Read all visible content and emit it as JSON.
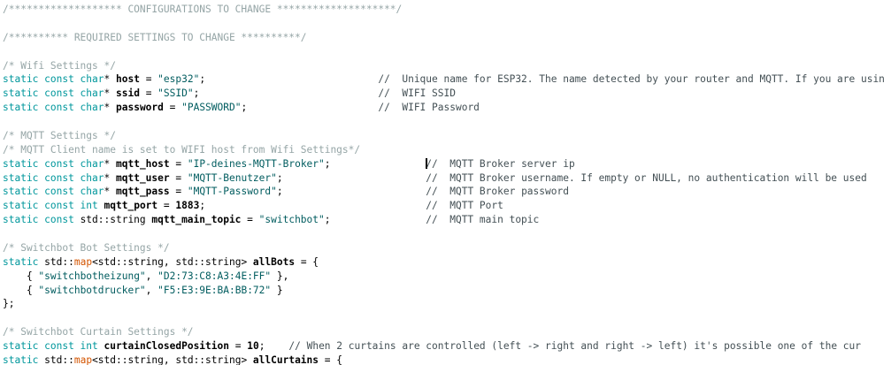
{
  "editor": {
    "background": "#FFFFFF",
    "colors": {
      "keyword": "#00979C",
      "function": "#D35400",
      "string": "#005C5F",
      "comment_block": "#95A5A6",
      "comment_line": "#434F54",
      "identifier": "#000000"
    },
    "caret": {
      "line_index": 11,
      "description": "text cursor before // MQTT Broker server ip"
    },
    "lines": [
      {
        "segments": [
          {
            "t": "/******************* CONFIGURATIONS TO CHANGE ********************/",
            "c": "cb"
          }
        ]
      },
      {
        "segments": []
      },
      {
        "segments": [
          {
            "t": "/********** REQUIRED SETTINGS TO CHANGE **********/",
            "c": "cb"
          }
        ]
      },
      {
        "segments": []
      },
      {
        "segments": [
          {
            "t": "/* Wifi Settings */",
            "c": "cb"
          }
        ]
      },
      {
        "segments": [
          {
            "t": "static const char",
            "c": "kw"
          },
          {
            "t": "* ",
            "c": "pl"
          },
          {
            "t": "host",
            "c": "id"
          },
          {
            "t": " = ",
            "c": "pl"
          },
          {
            "t": "\"esp32\"",
            "c": "str"
          },
          {
            "t": ";",
            "c": "pl"
          },
          {
            "t": "                             ",
            "c": "pl"
          },
          {
            "t": "//  Unique name for ESP32. The name detected by your router and MQTT. If you are usin",
            "c": "cl"
          }
        ]
      },
      {
        "segments": [
          {
            "t": "static const char",
            "c": "kw"
          },
          {
            "t": "* ",
            "c": "pl"
          },
          {
            "t": "ssid",
            "c": "id"
          },
          {
            "t": " = ",
            "c": "pl"
          },
          {
            "t": "\"SSID\"",
            "c": "str"
          },
          {
            "t": ";",
            "c": "pl"
          },
          {
            "t": "                              ",
            "c": "pl"
          },
          {
            "t": "//  WIFI SSID",
            "c": "cl"
          }
        ]
      },
      {
        "segments": [
          {
            "t": "static const char",
            "c": "kw"
          },
          {
            "t": "* ",
            "c": "pl"
          },
          {
            "t": "password",
            "c": "id"
          },
          {
            "t": " = ",
            "c": "pl"
          },
          {
            "t": "\"PASSWORD\"",
            "c": "str"
          },
          {
            "t": ";",
            "c": "pl"
          },
          {
            "t": "                      ",
            "c": "pl"
          },
          {
            "t": "//  WIFI Password",
            "c": "cl"
          }
        ]
      },
      {
        "segments": []
      },
      {
        "segments": [
          {
            "t": "/* MQTT Settings */",
            "c": "cb"
          }
        ]
      },
      {
        "segments": [
          {
            "t": "/* MQTT Client name is set to WIFI host from Wifi Settings*/",
            "c": "cb"
          }
        ]
      },
      {
        "segments": [
          {
            "t": "static const char",
            "c": "kw"
          },
          {
            "t": "* ",
            "c": "pl"
          },
          {
            "t": "mqtt_host",
            "c": "id"
          },
          {
            "t": " = ",
            "c": "pl"
          },
          {
            "t": "\"IP-deines-MQTT-Broker\"",
            "c": "str"
          },
          {
            "t": ";",
            "c": "pl"
          },
          {
            "t": "                ",
            "c": "pl"
          },
          {
            "caret": true
          },
          {
            "t": "//  MQTT Broker server ip",
            "c": "cl"
          }
        ]
      },
      {
        "segments": [
          {
            "t": "static const char",
            "c": "kw"
          },
          {
            "t": "* ",
            "c": "pl"
          },
          {
            "t": "mqtt_user",
            "c": "id"
          },
          {
            "t": " = ",
            "c": "pl"
          },
          {
            "t": "\"MQTT-Benutzer\"",
            "c": "str"
          },
          {
            "t": ";",
            "c": "pl"
          },
          {
            "t": "                        ",
            "c": "pl"
          },
          {
            "t": "//  MQTT Broker username. If empty or NULL, no authentication will be used",
            "c": "cl"
          }
        ]
      },
      {
        "segments": [
          {
            "t": "static const char",
            "c": "kw"
          },
          {
            "t": "* ",
            "c": "pl"
          },
          {
            "t": "mqtt_pass",
            "c": "id"
          },
          {
            "t": " = ",
            "c": "pl"
          },
          {
            "t": "\"MQTT-Password\"",
            "c": "str"
          },
          {
            "t": ";",
            "c": "pl"
          },
          {
            "t": "                        ",
            "c": "pl"
          },
          {
            "t": "//  MQTT Broker password",
            "c": "cl"
          }
        ]
      },
      {
        "segments": [
          {
            "t": "static const int",
            "c": "kw"
          },
          {
            "t": " ",
            "c": "pl"
          },
          {
            "t": "mqtt_port",
            "c": "id"
          },
          {
            "t": " = ",
            "c": "pl"
          },
          {
            "t": "1883",
            "c": "id"
          },
          {
            "t": ";",
            "c": "pl"
          },
          {
            "t": "                                     ",
            "c": "pl"
          },
          {
            "t": "//  MQTT Port",
            "c": "cl"
          }
        ]
      },
      {
        "segments": [
          {
            "t": "static const",
            "c": "kw"
          },
          {
            "t": " std::string ",
            "c": "pl"
          },
          {
            "t": "mqtt_main_topic",
            "c": "id"
          },
          {
            "t": " = ",
            "c": "pl"
          },
          {
            "t": "\"switchbot\"",
            "c": "str"
          },
          {
            "t": ";",
            "c": "pl"
          },
          {
            "t": "                ",
            "c": "pl"
          },
          {
            "t": "//  MQTT main topic",
            "c": "cl"
          }
        ]
      },
      {
        "segments": []
      },
      {
        "segments": [
          {
            "t": "/* Switchbot Bot Settings */",
            "c": "cb"
          }
        ]
      },
      {
        "segments": [
          {
            "t": "static",
            "c": "kw"
          },
          {
            "t": " std::",
            "c": "pl"
          },
          {
            "t": "map",
            "c": "fn"
          },
          {
            "t": "<std::string, std::string> ",
            "c": "pl"
          },
          {
            "t": "allBots",
            "c": "id"
          },
          {
            "t": " = {",
            "c": "pl"
          }
        ]
      },
      {
        "segments": [
          {
            "t": "    { ",
            "c": "pl"
          },
          {
            "t": "\"switchbotheizung\"",
            "c": "str"
          },
          {
            "t": ", ",
            "c": "pl"
          },
          {
            "t": "\"D2:73:C8:A3:4E:FF\"",
            "c": "str"
          },
          {
            "t": " },",
            "c": "pl"
          }
        ]
      },
      {
        "segments": [
          {
            "t": "    { ",
            "c": "pl"
          },
          {
            "t": "\"switchbotdrucker\"",
            "c": "str"
          },
          {
            "t": ", ",
            "c": "pl"
          },
          {
            "t": "\"F5:E3:9E:BA:BB:72\"",
            "c": "str"
          },
          {
            "t": " }",
            "c": "pl"
          }
        ]
      },
      {
        "segments": [
          {
            "t": "};",
            "c": "pl"
          }
        ]
      },
      {
        "segments": []
      },
      {
        "segments": [
          {
            "t": "/* Switchbot Curtain Settings */",
            "c": "cb"
          }
        ]
      },
      {
        "segments": [
          {
            "t": "static const int",
            "c": "kw"
          },
          {
            "t": " ",
            "c": "pl"
          },
          {
            "t": "curtainClosedPosition",
            "c": "id"
          },
          {
            "t": " = ",
            "c": "pl"
          },
          {
            "t": "10",
            "c": "id"
          },
          {
            "t": ";",
            "c": "pl"
          },
          {
            "t": "    ",
            "c": "pl"
          },
          {
            "t": "// When 2 curtains are controlled (left -> right and right -> left) it's possible one of the cur",
            "c": "cl"
          }
        ]
      },
      {
        "segments": [
          {
            "t": "static",
            "c": "kw"
          },
          {
            "t": " std::",
            "c": "pl"
          },
          {
            "t": "map",
            "c": "fn"
          },
          {
            "t": "<std::string, std::string> ",
            "c": "pl"
          },
          {
            "t": "allCurtains",
            "c": "id"
          },
          {
            "t": " = {",
            "c": "pl"
          }
        ]
      }
    ]
  }
}
